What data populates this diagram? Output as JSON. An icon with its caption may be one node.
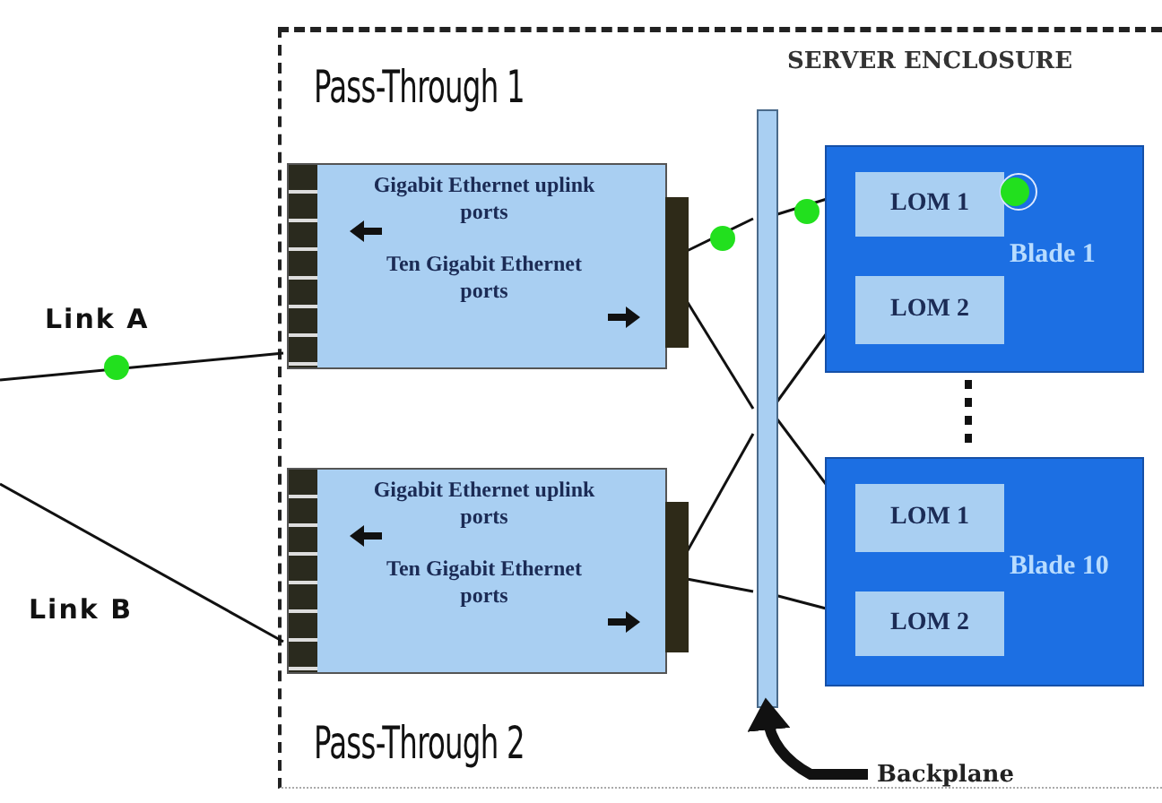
{
  "diagram": {
    "nodes": [
      {
        "text": [
          "SERVER ENCLOSURE"
        ]
      },
      {
        "text": [
          "Pass-Through 1",
          "Gigabit Ethernet uplink ports",
          "Ten Gigabit Ethernet ports"
        ],
        "in": 0
      },
      {
        "text": [],
        "shape": "bar",
        "in": 0
      },
      {
        "text": [
          "Blade 1"
        ],
        "in": 0
      },
      {
        "text": [
          "LOM 1"
        ],
        "in": 3
      },
      {
        "text": [
          "LOM 2"
        ],
        "in": 3
      },
      {
        "text": [
          "Blade 10"
        ],
        "in": 0
      },
      {
        "text": [
          "LOM 1"
        ],
        "in": 6
      },
      {
        "text": [
          "LOM 2"
        ],
        "in": 6
      },
      {
        "text": [
          "Gigabit Ethernet uplink ports",
          "Ten Gigabit Ethernet ports",
          "Pass-Through 2"
        ],
        "in": 0
      },
      {
        "text": [
          "Backplane"
        ],
        "in": 0
      }
    ],
    "edges": [
      {
        "from": 1,
        "to": 2,
        "arrow": "none"
      },
      {
        "from": 2,
        "to": 4,
        "arrow": "none"
      },
      {
        "from": 1,
        "to": 2,
        "arrow": "none"
      },
      {
        "from": 2,
        "to": 7,
        "arrow": "none"
      },
      {
        "from": 9,
        "to": 2,
        "arrow": "none"
      },
      {
        "from": 2,
        "to": 5,
        "arrow": "none"
      },
      {
        "from": 9,
        "to": 2,
        "arrow": "none"
      },
      {
        "from": 2,
        "to": 8,
        "arrow": "none"
      },
      {
        "from": null,
        "to": 1,
        "arrow": "none",
        "label": "Link A"
      },
      {
        "from": null,
        "to": 9,
        "arrow": "none",
        "label": "Link B"
      },
      {
        "from": 10,
        "to": 2,
        "arrow": "to",
        "style": "thick"
      }
    ]
  }
}
